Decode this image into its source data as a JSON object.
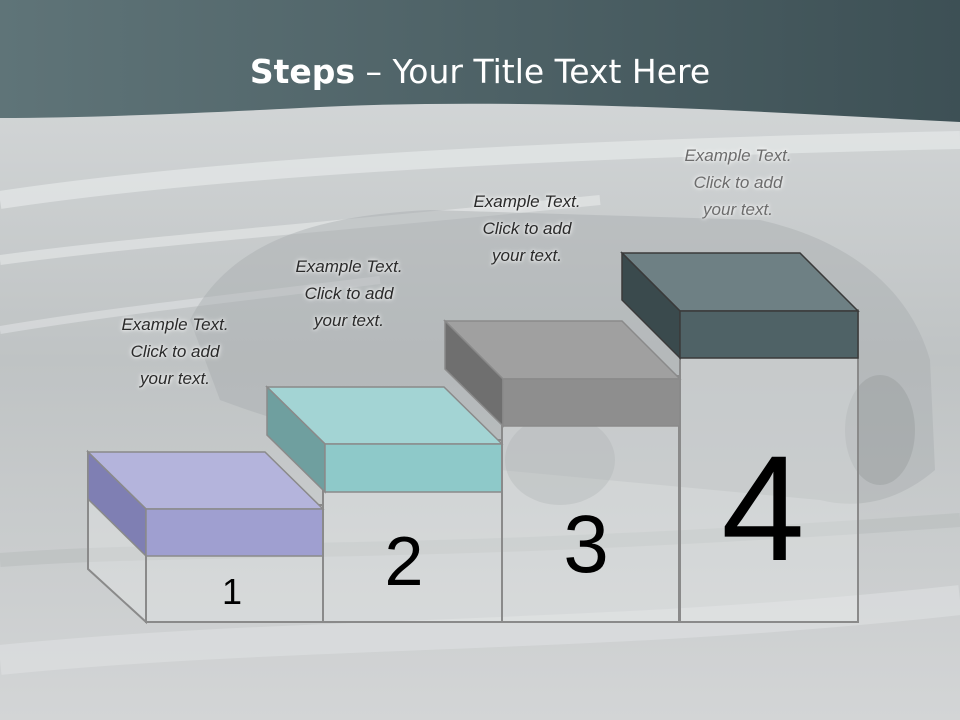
{
  "title": {
    "bold": "Steps",
    "rest": " – Your Title Text Here"
  },
  "steps": [
    {
      "number": "1",
      "caption": [
        "Example Text.",
        "Click  to add",
        "your text."
      ],
      "color": "#a3a3d4"
    },
    {
      "number": "2",
      "caption": [
        "Example Text.",
        "Click  to add",
        "your text."
      ],
      "color": "#8ec9c9"
    },
    {
      "number": "3",
      "caption": [
        "Example Text.",
        "Click  to add",
        "your text."
      ],
      "color": "#8e8e8e"
    },
    {
      "number": "4",
      "caption": [
        "Example Text.",
        "Click  to add",
        "your text."
      ],
      "color": "#4f6266"
    }
  ],
  "colors": {
    "header": "#4a5f63",
    "background": "#c9cdce",
    "box_outline": "#8a8a8a"
  }
}
